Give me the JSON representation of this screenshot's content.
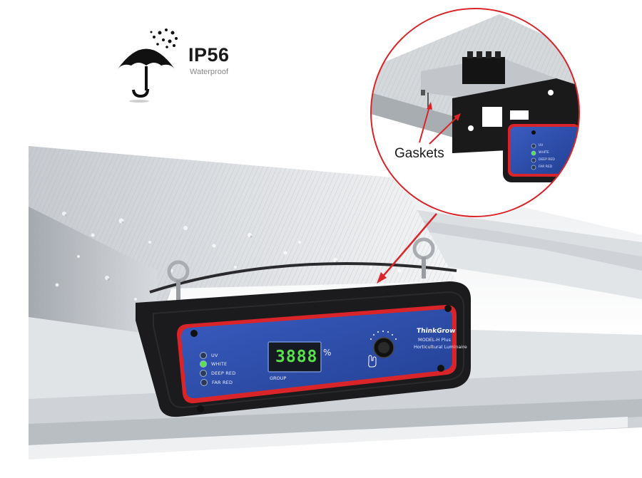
{
  "badge": {
    "rating": "IP56",
    "label": "Waterproof",
    "icon": "umbrella-rain-icon"
  },
  "callout": {
    "label": "Gaskets"
  },
  "panel": {
    "brand": "ThinkGrow",
    "model": "MODEL-H Plus",
    "subtitle": "Horticultural Luminaire",
    "display_value": "3888",
    "display_unit": "%",
    "display_caption": "GROUP",
    "channels": [
      "UV",
      "WHITE",
      "DEEP RED",
      "FAR RED"
    ],
    "knob_icon": "dimmer-knob-icon",
    "hand_icon": "hand-icon"
  },
  "inset_panel": {
    "channels": [
      "UV",
      "WHITE",
      "DEEP RED",
      "FAR RED"
    ]
  },
  "colors": {
    "panel_blue": "#2f4fa8",
    "housing_black": "#1b1b1d",
    "gasket_red": "#d9252a",
    "display_green": "#59e04d",
    "aluminum": "#c9ccd0"
  }
}
